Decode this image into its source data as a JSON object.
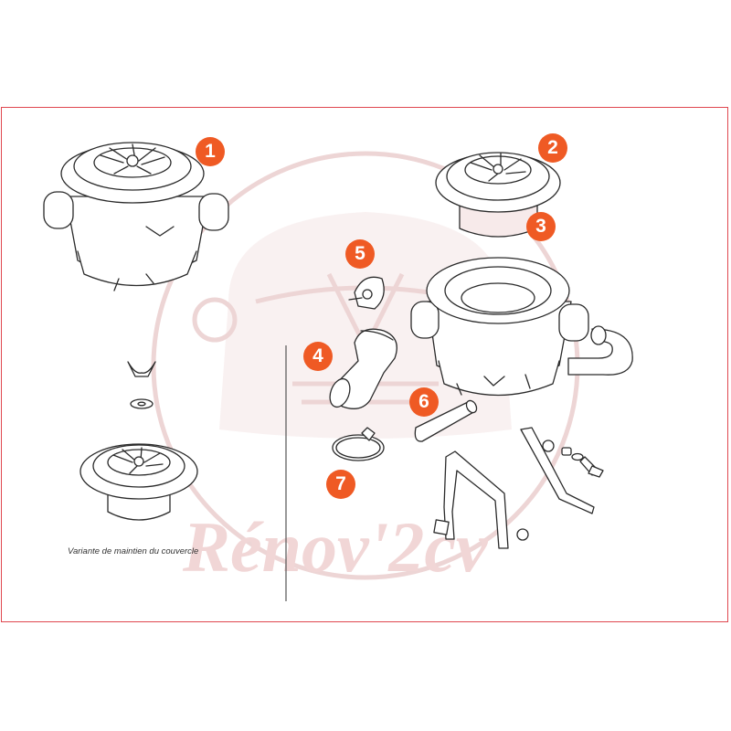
{
  "caption": "Variante de maintien du couvercle",
  "badges": [
    {
      "label": "1"
    },
    {
      "label": "2"
    },
    {
      "label": "3"
    },
    {
      "label": "4"
    },
    {
      "label": "5"
    },
    {
      "label": "6"
    },
    {
      "label": "7"
    }
  ],
  "watermark": {
    "brand": "Rénov'2cv"
  },
  "colors": {
    "frame": "#e0474f",
    "badge": "#ef5a24",
    "line": "#2a2a2a",
    "watermark": "#ecd1d1"
  }
}
